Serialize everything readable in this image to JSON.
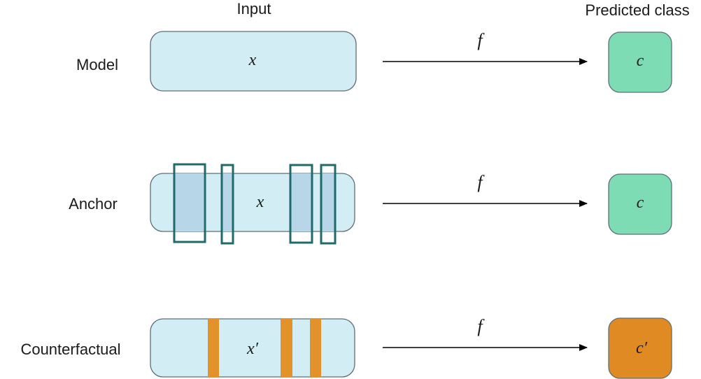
{
  "headers": {
    "input": "Input",
    "predicted_class": "Predicted class"
  },
  "rows": {
    "model": {
      "label": "Model",
      "input_symbol": "x",
      "function_symbol": "f",
      "output_symbol": "c"
    },
    "anchor": {
      "label": "Anchor",
      "input_symbol": "x",
      "function_symbol": "f",
      "output_symbol": "c"
    },
    "counterfactual": {
      "label": "Counterfactual",
      "input_symbol": "x′",
      "function_symbol": "f",
      "output_symbol": "c′"
    }
  },
  "colors": {
    "input_fill": "#d2edf4",
    "input_stroke": "#5d6e78",
    "anchor_fill": "#b7d6e8",
    "anchor_stroke": "#1f6b6b",
    "counterfactual_band": "#e3912b",
    "class_c_fill": "#7ddcb4",
    "class_c_prime_fill": "#e08a23",
    "arrow": "#000000"
  }
}
